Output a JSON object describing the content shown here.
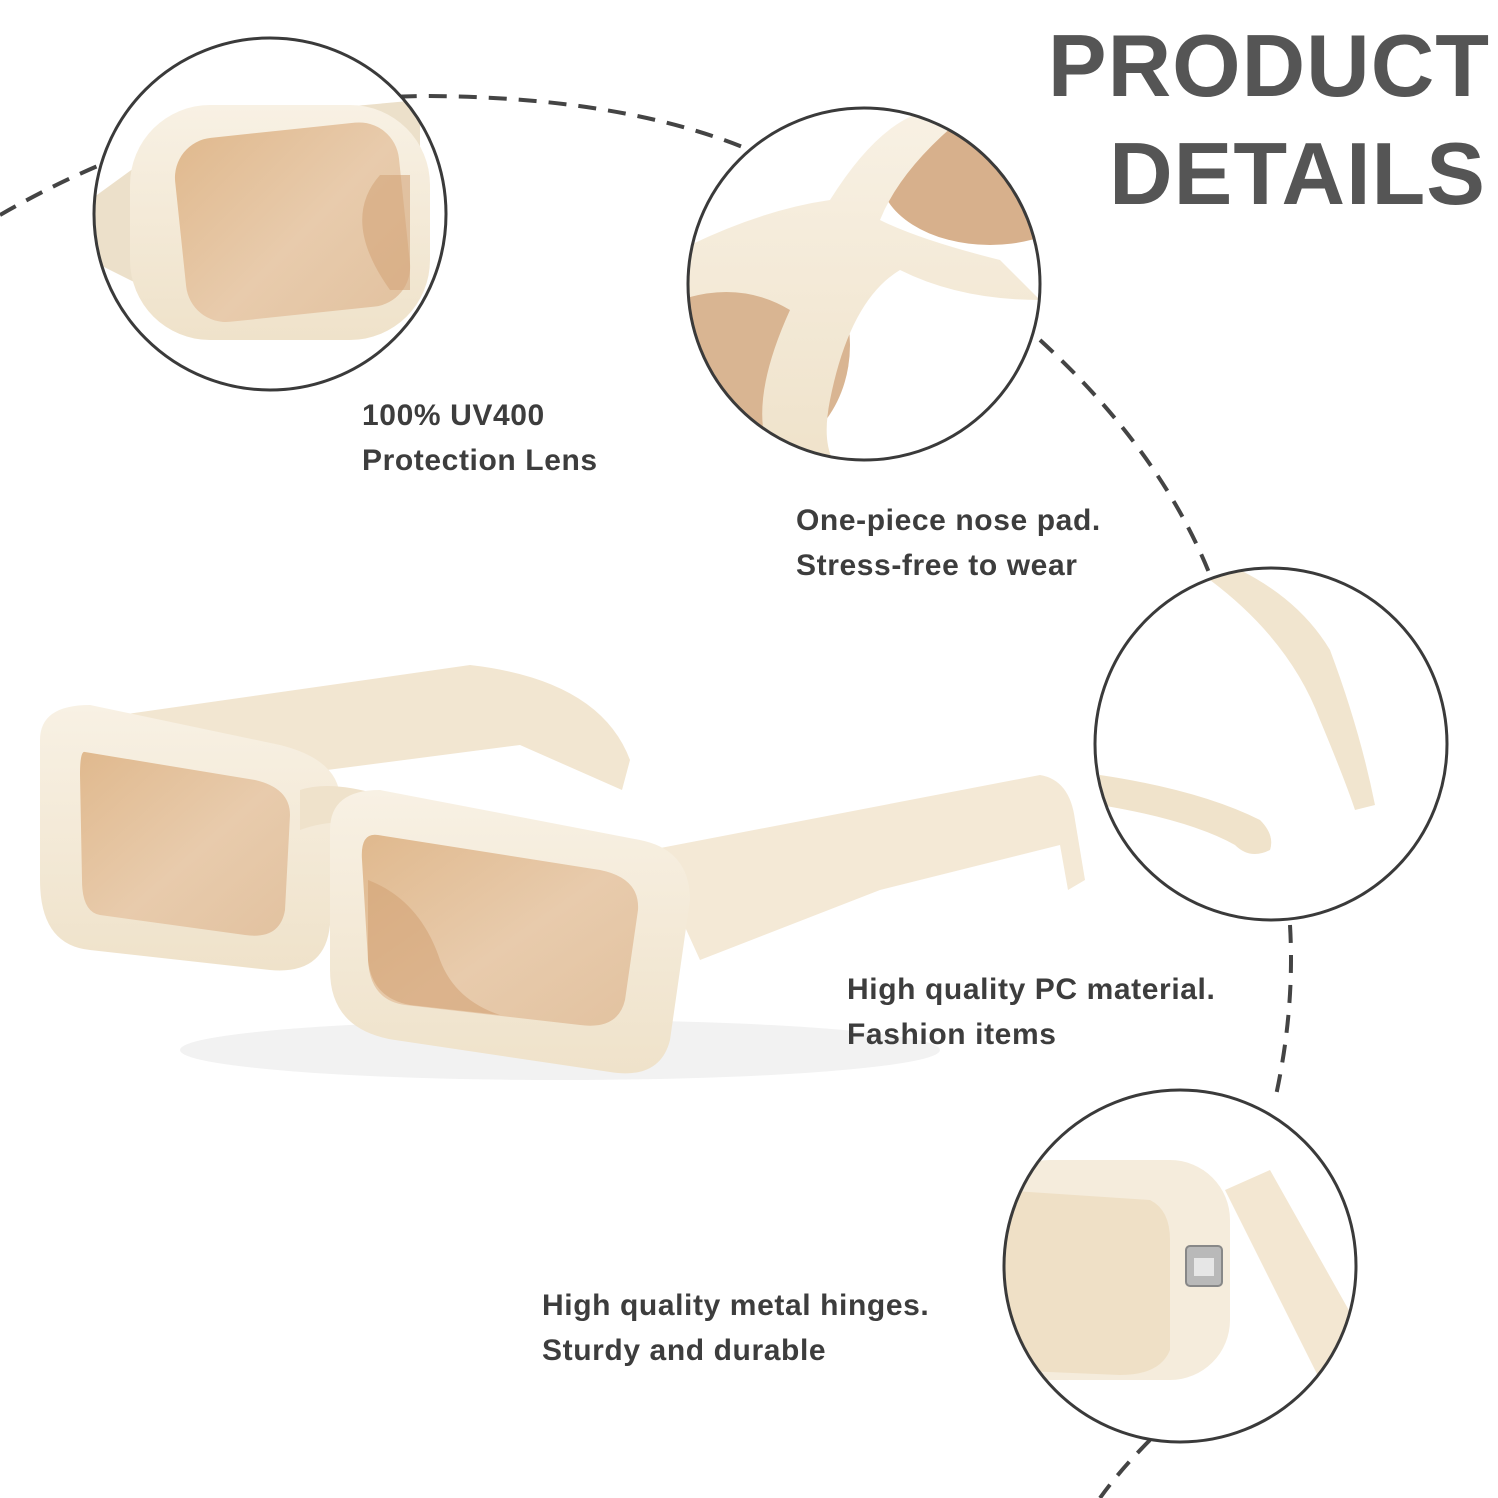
{
  "title": {
    "line1": "PRODUCT",
    "line2": "DETAILS"
  },
  "colors": {
    "frame": "#f3e9d6",
    "frame_shadow": "#e2d4ba",
    "lens": "#e6c8a8",
    "lens_dark": "#d8ad80",
    "text": "#3d3d3d",
    "title": "#555555",
    "circle_stroke": "#3a3a3a"
  },
  "features": [
    {
      "id": "uv",
      "line1": "100% UV400",
      "line2": "Protection Lens",
      "icon": "lens-closeup-image"
    },
    {
      "id": "nose",
      "line1": "One-piece nose pad.",
      "line2": "Stress-free to wear",
      "icon": "nose-bridge-closeup-image"
    },
    {
      "id": "pc",
      "line1": "High quality PC material.",
      "line2": "Fashion items",
      "icon": "temple-arm-closeup-image"
    },
    {
      "id": "hinge",
      "line1": "High quality metal hinges.",
      "line2": "Sturdy and durable",
      "icon": "hinge-closeup-image"
    }
  ]
}
